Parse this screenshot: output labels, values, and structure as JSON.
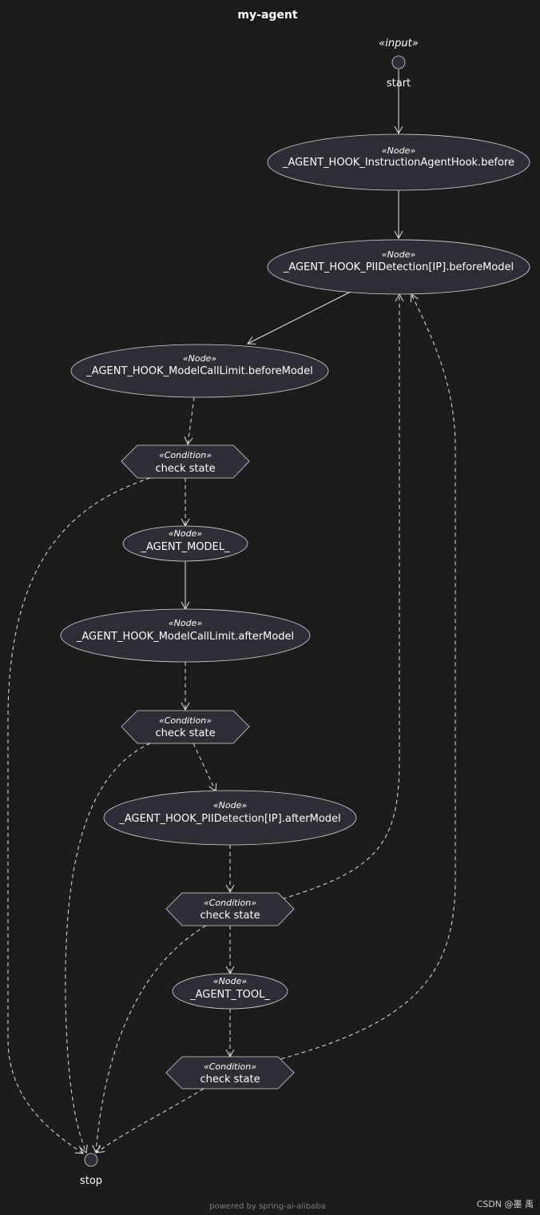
{
  "title": "my-agent",
  "start": {
    "stereotype": "«input»",
    "label": "start"
  },
  "stop": {
    "label": "stop"
  },
  "node_stereotype": "«Node»",
  "condition_stereotype": "«Condition»",
  "nodes": [
    {
      "id": "n1",
      "label": "_AGENT_HOOK_InstructionAgentHook.before"
    },
    {
      "id": "n2",
      "label": "_AGENT_HOOK_PIIDetection[IP].beforeModel"
    },
    {
      "id": "n3",
      "label": "_AGENT_HOOK_ModelCallLimit.beforeModel"
    },
    {
      "id": "n4",
      "label": "_AGENT_MODEL_"
    },
    {
      "id": "n5",
      "label": "_AGENT_HOOK_ModelCallLimit.afterModel"
    },
    {
      "id": "n6",
      "label": "_AGENT_HOOK_PIIDetection[IP].afterModel"
    },
    {
      "id": "n7",
      "label": "_AGENT_TOOL_"
    }
  ],
  "conditions": [
    {
      "id": "c1",
      "label": "check state"
    },
    {
      "id": "c2",
      "label": "check state"
    },
    {
      "id": "c3",
      "label": "check state"
    },
    {
      "id": "c4",
      "label": "check state"
    }
  ],
  "edges": [
    {
      "from": "start",
      "to": "n1",
      "style": "solid"
    },
    {
      "from": "n1",
      "to": "n2",
      "style": "solid"
    },
    {
      "from": "n2",
      "to": "n3",
      "style": "solid"
    },
    {
      "from": "n3",
      "to": "c1",
      "style": "dashed"
    },
    {
      "from": "c1",
      "to": "n4",
      "style": "dashed"
    },
    {
      "from": "c1",
      "to": "stop",
      "style": "dashed"
    },
    {
      "from": "n4",
      "to": "n5",
      "style": "solid"
    },
    {
      "from": "n5",
      "to": "c2",
      "style": "dashed"
    },
    {
      "from": "c2",
      "to": "n6",
      "style": "dashed"
    },
    {
      "from": "c2",
      "to": "stop",
      "style": "dashed"
    },
    {
      "from": "n6",
      "to": "c3",
      "style": "dashed"
    },
    {
      "from": "c3",
      "to": "n7",
      "style": "dashed"
    },
    {
      "from": "c3",
      "to": "n2",
      "style": "dashed"
    },
    {
      "from": "c3",
      "to": "stop",
      "style": "dashed"
    },
    {
      "from": "n7",
      "to": "c4",
      "style": "dashed"
    },
    {
      "from": "c4",
      "to": "n2",
      "style": "dashed"
    },
    {
      "from": "c4",
      "to": "stop",
      "style": "dashed"
    }
  ],
  "footer": "powered by spring-ai-alibaba",
  "watermark": "CSDN @墨 禹"
}
